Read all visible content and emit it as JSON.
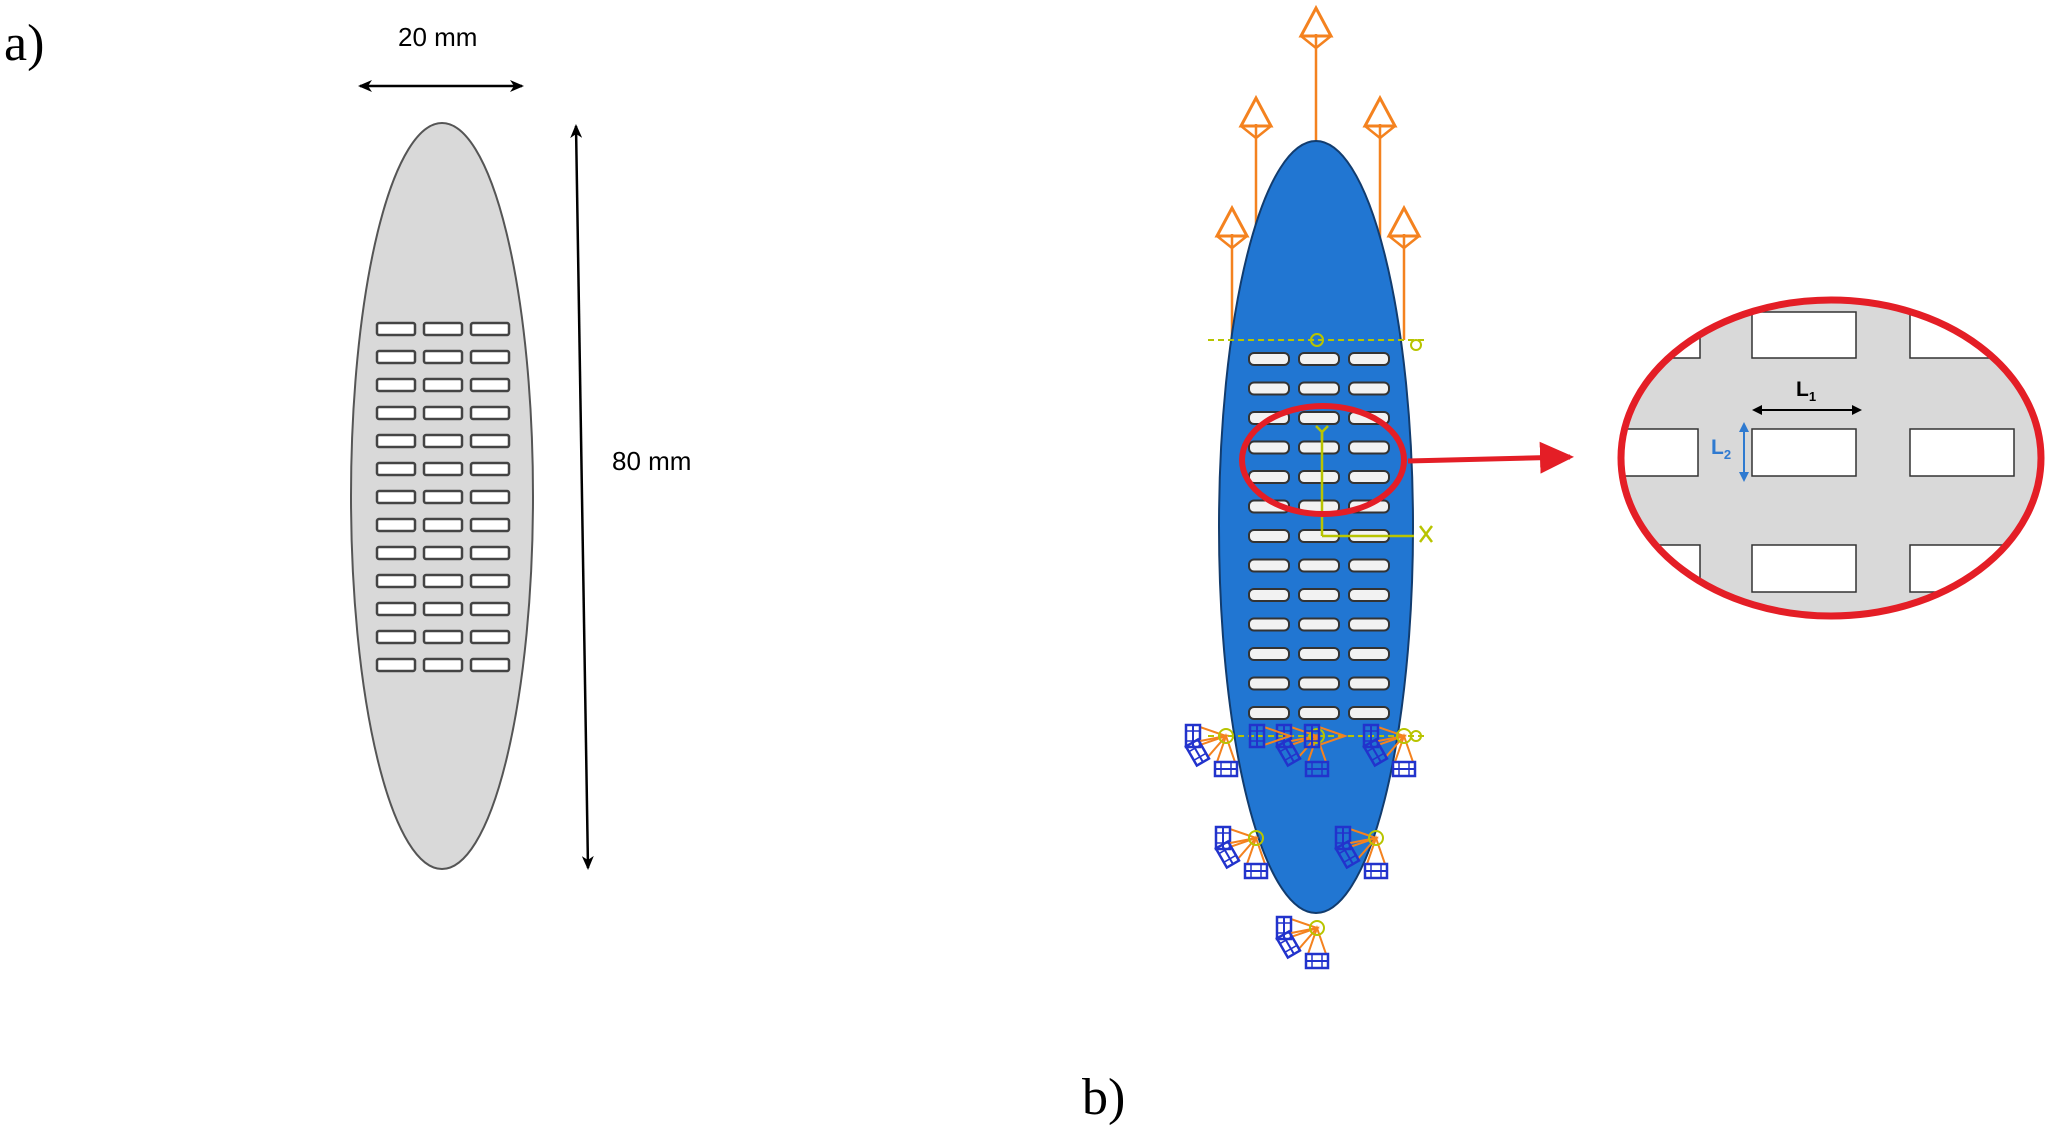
{
  "panels": {
    "a": {
      "label": "a)",
      "width_label": "20 mm",
      "height_label": "80 mm"
    },
    "b": {
      "label": "b)"
    }
  },
  "zoom_inset": {
    "l1": "L",
    "l1_sub": "1",
    "l2": "L",
    "l2_sub": "2"
  },
  "geometry_summary": {
    "slot_rows": 13,
    "slot_columns": 3
  },
  "colors": {
    "specimen_gray": "#d9d9d9",
    "specimen_blue": "#2176d2",
    "load_arrow": "#f4821f",
    "boundary_condition": "#2233cc",
    "highlight_red": "#e41e26",
    "label_blue": "#2f7ad0",
    "axis_yellow": "#b8c400"
  },
  "icons": {
    "load_arrows": "orange-triangle-arrow-icon",
    "boundary_conditions": "blue-cone-fixture-icon"
  }
}
